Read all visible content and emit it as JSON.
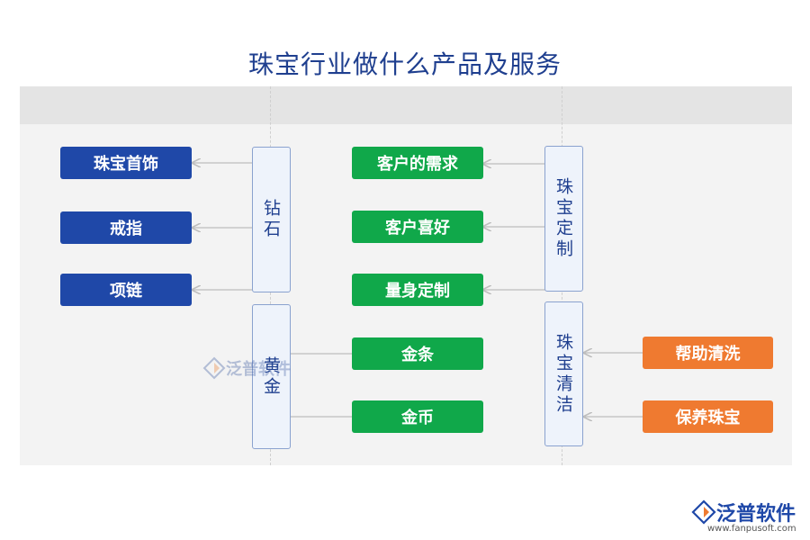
{
  "title": "珠宝行业做什么产品及服务",
  "nodes": {
    "jewelry_accessories": "珠宝首饰",
    "ring": "戒指",
    "necklace": "项链",
    "diamond": "钻石",
    "gold": "黄金",
    "customer_needs": "客户的需求",
    "customer_preferences": "客户喜好",
    "tailor_made": "量身定制",
    "gold_bar": "金条",
    "gold_coin": "金币",
    "jewelry_custom": "珠宝定制",
    "jewelry_cleaning": "珠宝清洁",
    "help_clean": "帮助清洗",
    "maintain_jewelry": "保养珠宝"
  },
  "watermark": {
    "text": "泛普软件"
  },
  "brand": {
    "name": "泛普软件",
    "url": "www.fanpusoft.com"
  },
  "colors": {
    "title": "#1f3f8f",
    "blue_box": "#1f48a8",
    "green_box": "#10a84a",
    "orange_box": "#ef7a30",
    "vertical_box_fill": "#eef3fb",
    "vertical_box_border": "#8aa2cf",
    "panel": "#f3f3f3",
    "header_band": "#e4e4e4",
    "connector": "#bdbdbd"
  }
}
